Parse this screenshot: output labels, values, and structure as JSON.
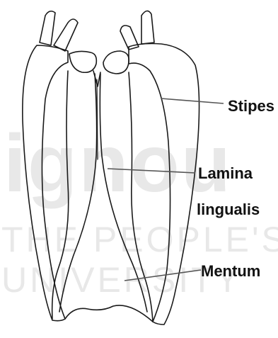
{
  "diagram": {
    "labels": {
      "stipes": "Stipes",
      "lamina_line1": "Lamina",
      "lamina_line2": "lingualis",
      "mentum": "Mentum"
    },
    "watermark": {
      "line1": "ignou",
      "line2": "THE PEOPLE'S",
      "line3": "UNIVERSITY"
    },
    "colors": {
      "stroke": "#1a1a1a",
      "text": "#111111",
      "watermark": "#e6e6e6"
    }
  }
}
